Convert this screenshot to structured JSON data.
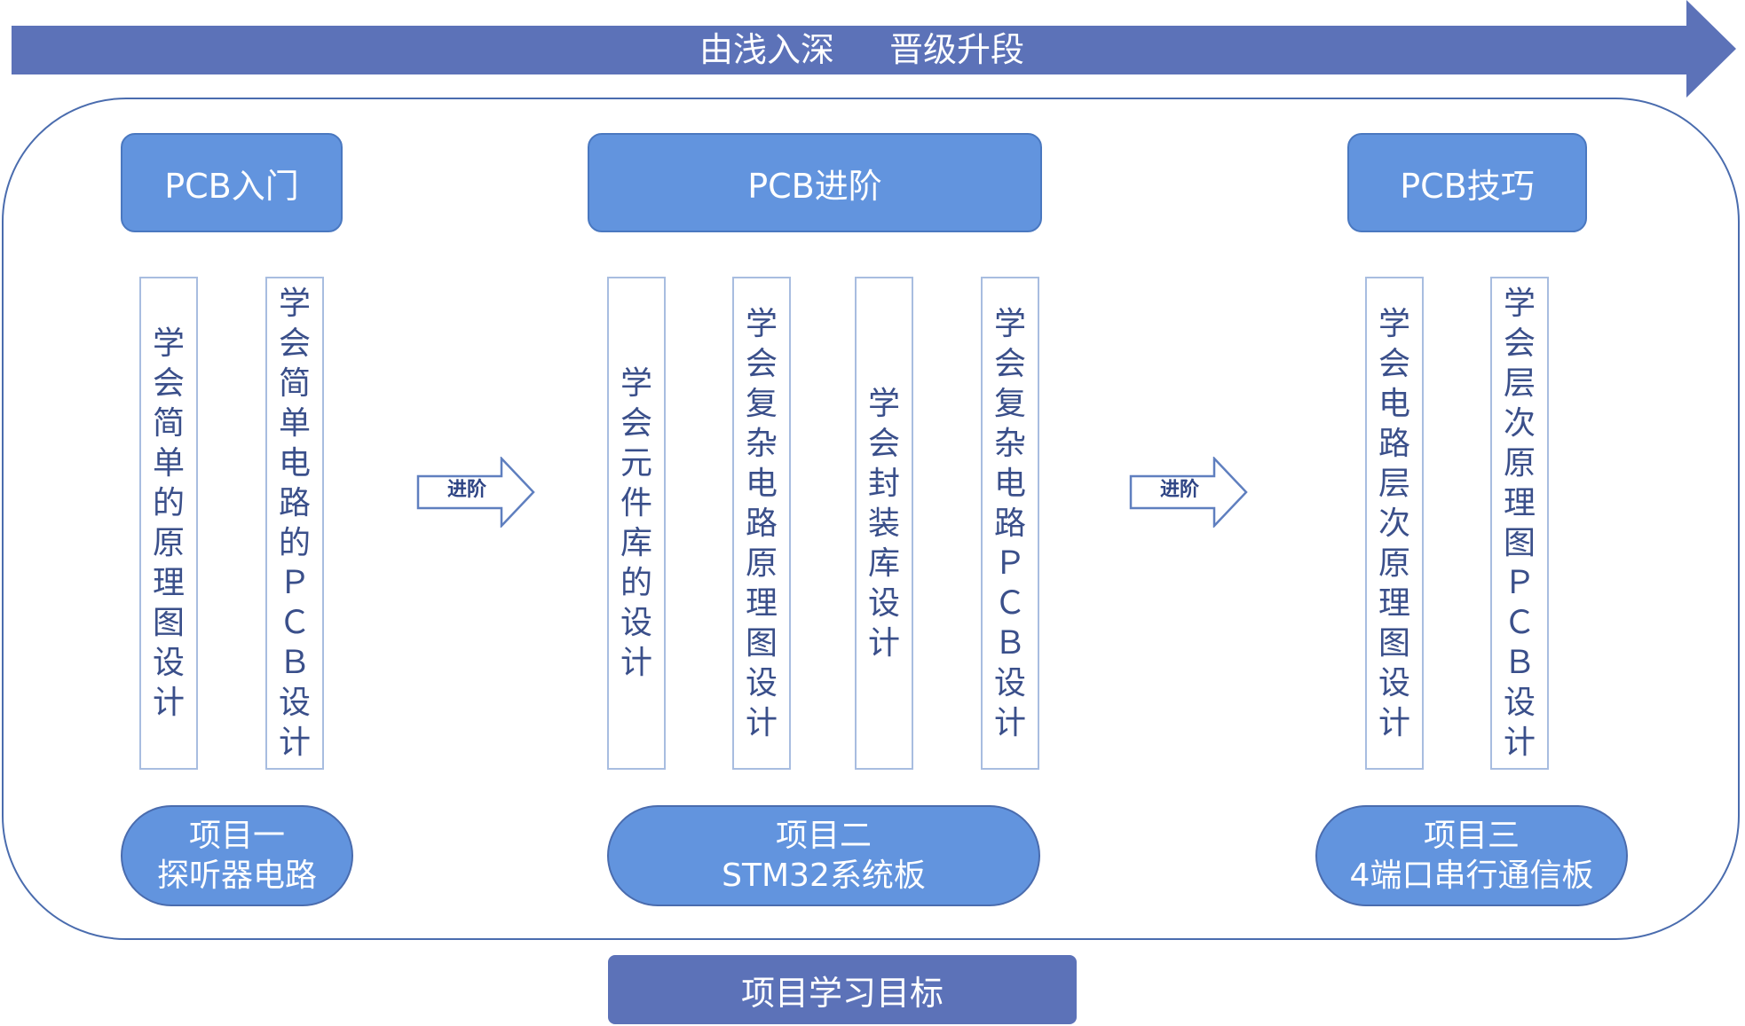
{
  "banner": {
    "phrase_1": "由浅入深",
    "phrase_2": "晋级升段"
  },
  "stages": [
    {
      "title": "PCB入门",
      "skills": [
        "学会简单的原理图设计",
        "学会简单电路的ＰＣＢ设计"
      ],
      "project_line_1": "项目一",
      "project_line_2": "探听器电路"
    },
    {
      "title": "PCB进阶",
      "skills": [
        "学会元件库的设计",
        "学会复杂电路原理图设计",
        "学会封装库设计",
        "学会复杂电路ＰＣＢ设计"
      ],
      "project_line_1": "项目二",
      "project_line_2": "STM32系统板"
    },
    {
      "title": "PCB技巧",
      "skills": [
        "学会电路层次原理图设计",
        "学会层次原理图ＰＣＢ设计"
      ],
      "project_line_1": "项目三",
      "project_line_2": "4端口串行通信板"
    }
  ],
  "advance_label": "进阶",
  "footer": {
    "goal": "项目学习目标"
  },
  "colors": {
    "banner": "#5c72b8",
    "box_fill": "#6294de",
    "frame_stroke": "#4a6cae",
    "column_border": "#a8bde0",
    "column_text": "#3a4f8a"
  }
}
